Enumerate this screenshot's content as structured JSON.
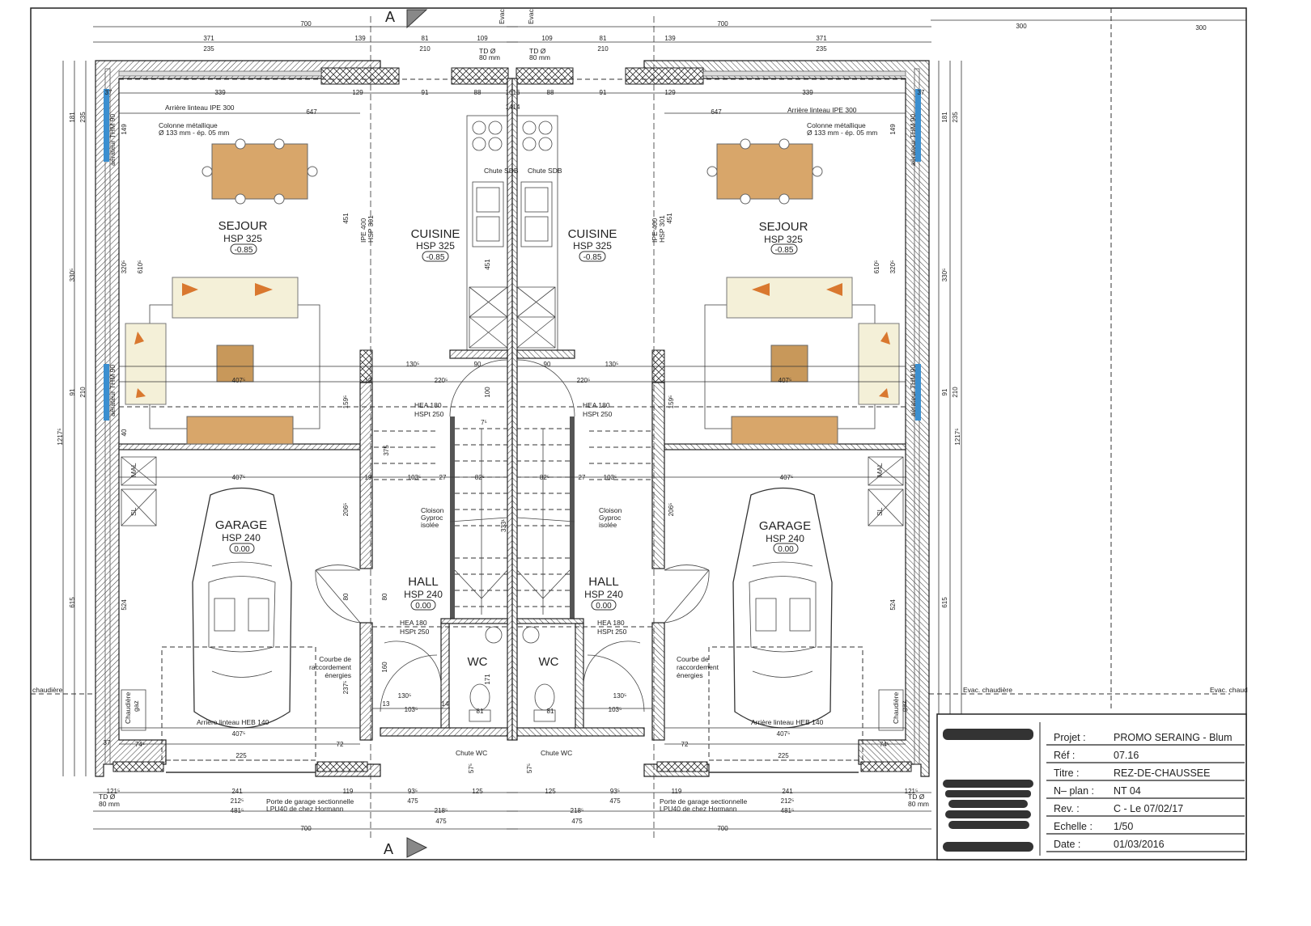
{
  "section_marker": "A",
  "vertical_labels": {
    "evac": "Evac",
    "ipe400": "IPE 400",
    "hsp301": "HSP 301",
    "aerateur": "aérateur THM 90",
    "chaudiere_gaz": "Chaudière",
    "gaz": "gaz",
    "mal": "MAL",
    "sl": "SL",
    "chute_sdb": "Chute SDB"
  },
  "rooms": {
    "sejour": {
      "name": "SEJOUR",
      "hsp": "HSP 325",
      "level": "-0.85"
    },
    "cuisine": {
      "name": "CUISINE",
      "hsp": "HSP 325",
      "level": "-0.85"
    },
    "garage": {
      "name": "GARAGE",
      "hsp": "HSP 240",
      "level": "0.00"
    },
    "hall": {
      "name": "HALL",
      "hsp": "HSP 240",
      "level": "0.00"
    },
    "wc": {
      "name": "WC"
    }
  },
  "annotations": {
    "lintel_ipe300": "Arrière linteau IPE 300",
    "column_1": "Colonne métallique",
    "column_2": "Ø 133 mm - ép. 05 mm",
    "hea180": "HEA 180",
    "hspt250": "HSPt 250",
    "cloison_1": "Cloison",
    "cloison_2": "Gyproc",
    "cloison_3": "isolée",
    "courbe_1": "Courbe de",
    "courbe_2": "raccordement",
    "courbe_3": "énergies",
    "lintel_heb140": "Arrière linteau HEB 140",
    "chute_wc": "Chute WC",
    "td_1": "TD Ø",
    "td_2": "80 mm",
    "garage_door_1": "Porte de garage sectionnelle",
    "garage_door_2": "LPU40 de chez Hormann",
    "chaudiere": "chaudière",
    "evac_chaudiere": "Evac. chaudière",
    "evac_chaud": "Evac. chaud"
  },
  "dims": {
    "top": [
      "700",
      "371",
      "139",
      "81",
      "109",
      "235",
      "210",
      "700",
      "109",
      "81",
      "139",
      "371",
      "210",
      "235",
      "300",
      "300"
    ],
    "inner_top": [
      "339",
      "129",
      "91",
      "88",
      "16",
      "16",
      "14",
      "14",
      "88",
      "91",
      "129",
      "339",
      "647",
      "647",
      "37",
      "37"
    ],
    "side": [
      "181",
      "235",
      "330⁵",
      "91",
      "210",
      "1217⁵",
      "615",
      "320⁵",
      "610⁵",
      "149",
      "451",
      "451",
      "159⁵",
      "206⁵",
      "524",
      "40",
      "80",
      "80",
      "160",
      "237⁵",
      "171"
    ],
    "middle": [
      "407⁵",
      "130⁵",
      "220⁵",
      "90",
      "100",
      "375",
      "103⁵",
      "27",
      "82⁵",
      "7⁵",
      "333¹",
      "19",
      "19"
    ],
    "lower": [
      "407⁵",
      "74⁵",
      "72",
      "225",
      "130⁵",
      "103⁵",
      "13",
      "14",
      "81",
      "37",
      "57⁵"
    ],
    "bottom": [
      "121⁵",
      "241",
      "119",
      "93⁵",
      "125",
      "212⁵",
      "475",
      "481⁵",
      "218⁵",
      "475",
      "700"
    ]
  },
  "title_block": {
    "rows": [
      {
        "label": "Projet :",
        "value": "PROMO SERAING - Blum"
      },
      {
        "label": "Réf :",
        "value": "07.16"
      },
      {
        "label": "Titre :",
        "value": "REZ-DE-CHAUSSEE"
      },
      {
        "label": "N– plan :",
        "value": "NT 04"
      },
      {
        "label": "Rev. :",
        "value": "C - Le 07/02/17"
      },
      {
        "label": "Echelle :",
        "value": "1/50"
      },
      {
        "label": "Date :",
        "value": "01/03/2016"
      }
    ]
  },
  "colors": {
    "wood": "#d8a66a",
    "sofa": "#f4f0d8",
    "cushion": "#d9782f",
    "window": "#3b8fd0",
    "redaction": "#333333"
  }
}
